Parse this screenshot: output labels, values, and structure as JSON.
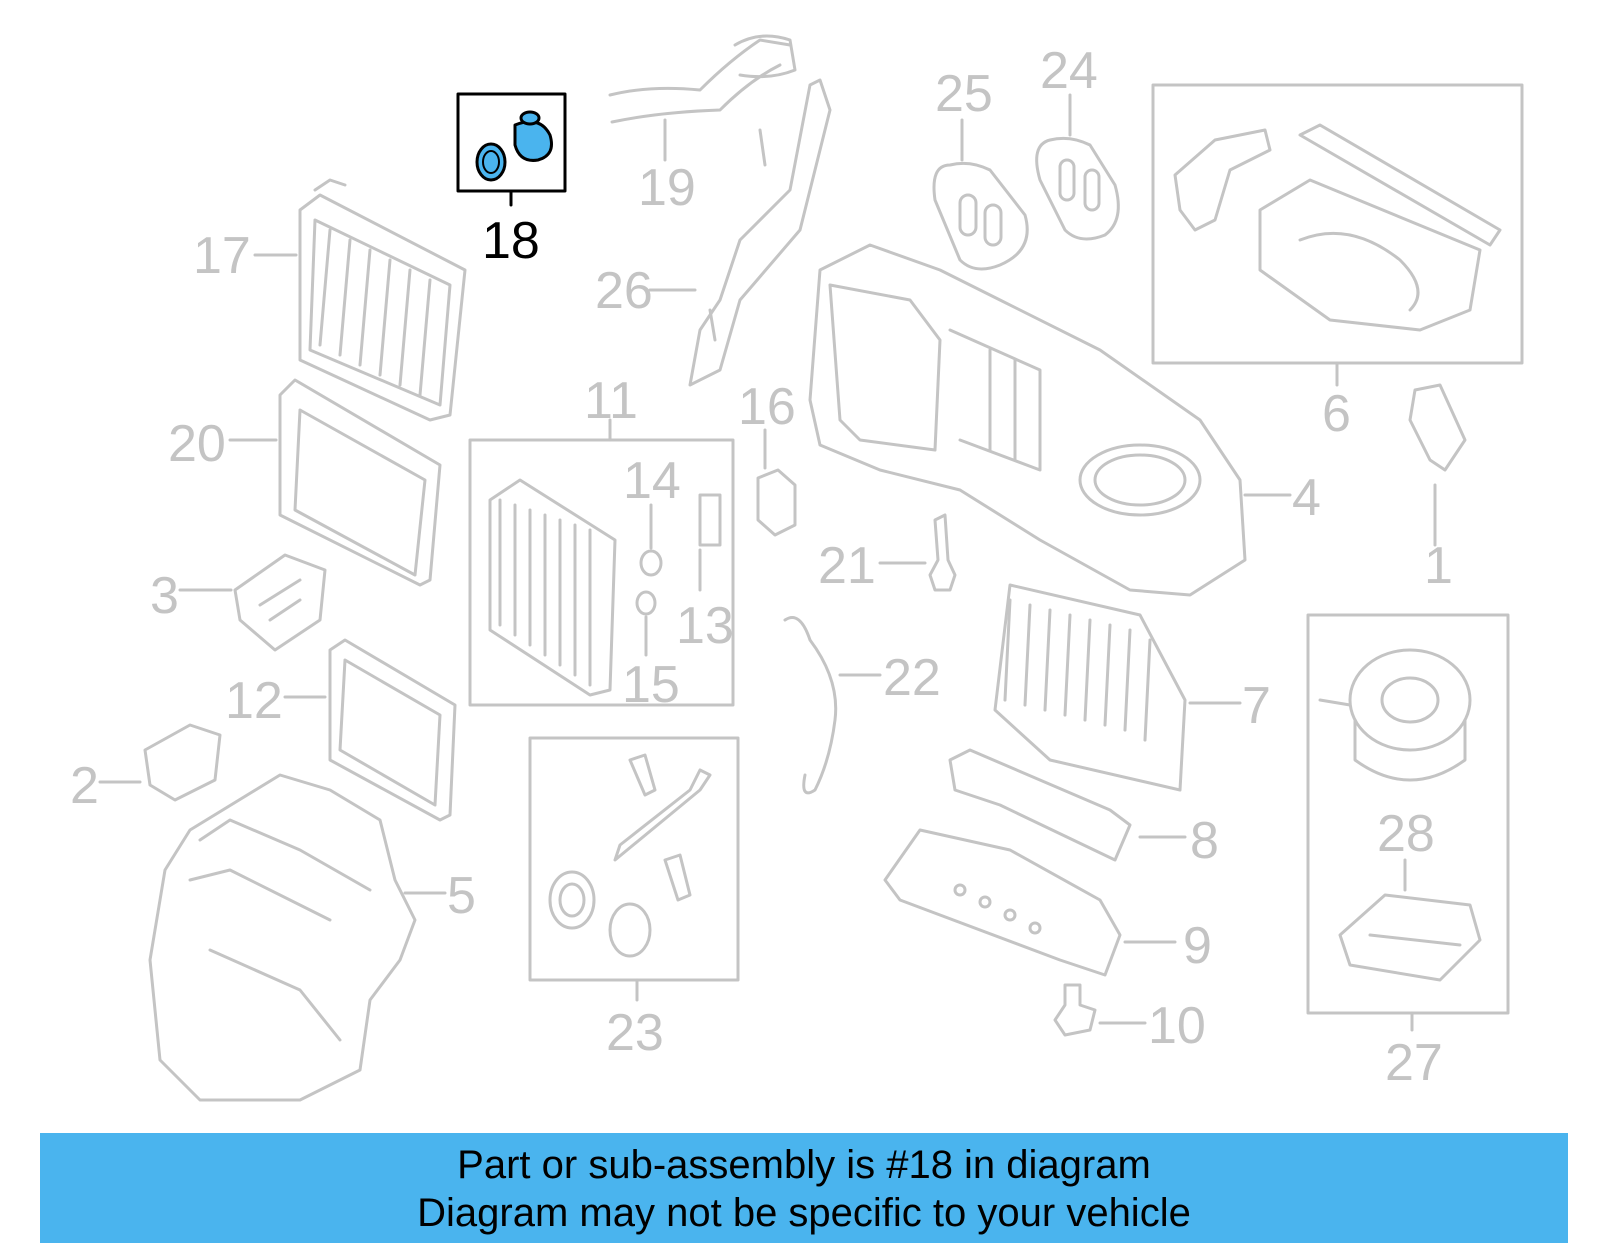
{
  "diagram": {
    "highlight_color": "#4ab4ee",
    "line_color": "#c4c4c4",
    "callouts": {
      "c1": "1",
      "c2": "2",
      "c3": "3",
      "c4": "4",
      "c5": "5",
      "c6": "6",
      "c7": "7",
      "c8": "8",
      "c9": "9",
      "c10": "10",
      "c11": "11",
      "c12": "12",
      "c13": "13",
      "c14": "14",
      "c15": "15",
      "c16": "16",
      "c17": "17",
      "c18": "18",
      "c19": "19",
      "c20": "20",
      "c21": "21",
      "c22": "22",
      "c23": "23",
      "c24": "24",
      "c25": "25",
      "c26": "26",
      "c27": "27",
      "c28": "28"
    },
    "selected_part": "18"
  },
  "banner": {
    "line1": "Part or sub-assembly is #18 in diagram",
    "line2": "Diagram may not be specific to your vehicle",
    "color": "#4ab4ee"
  }
}
